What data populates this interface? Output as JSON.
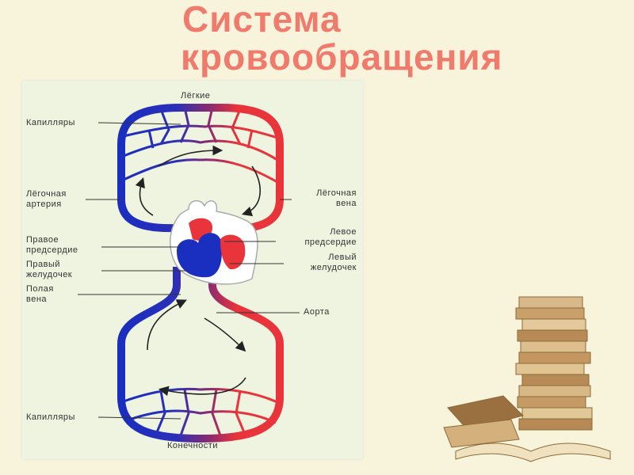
{
  "slide": {
    "title_line1": "Система",
    "title_line2": "кровообращения"
  },
  "diagram": {
    "labels": {
      "lungs": "Лёгкие",
      "capillaries_top": "Капилляры",
      "pulmonary_artery_1": "Лёгочная",
      "pulmonary_artery_2": "артерия",
      "pulmonary_vein_1": "Лёгочная",
      "pulmonary_vein_2": "вена",
      "right_atrium_1": "Правое",
      "right_atrium_2": "предсердие",
      "right_ventricle_1": "Правый",
      "right_ventricle_2": "желудочек",
      "vena_cava_1": "Полая",
      "vena_cava_2": "вена",
      "left_atrium_1": "Левое",
      "left_atrium_2": "предсердие",
      "left_ventricle_1": "Левый",
      "left_ventricle_2": "желудочек",
      "aorta": "Аорта",
      "capillaries_bottom": "Капилляры",
      "limbs": "Конечности"
    },
    "colors": {
      "venous": "#1a2ec0",
      "arterial": "#e8343a",
      "title": "#f07b6c"
    }
  }
}
